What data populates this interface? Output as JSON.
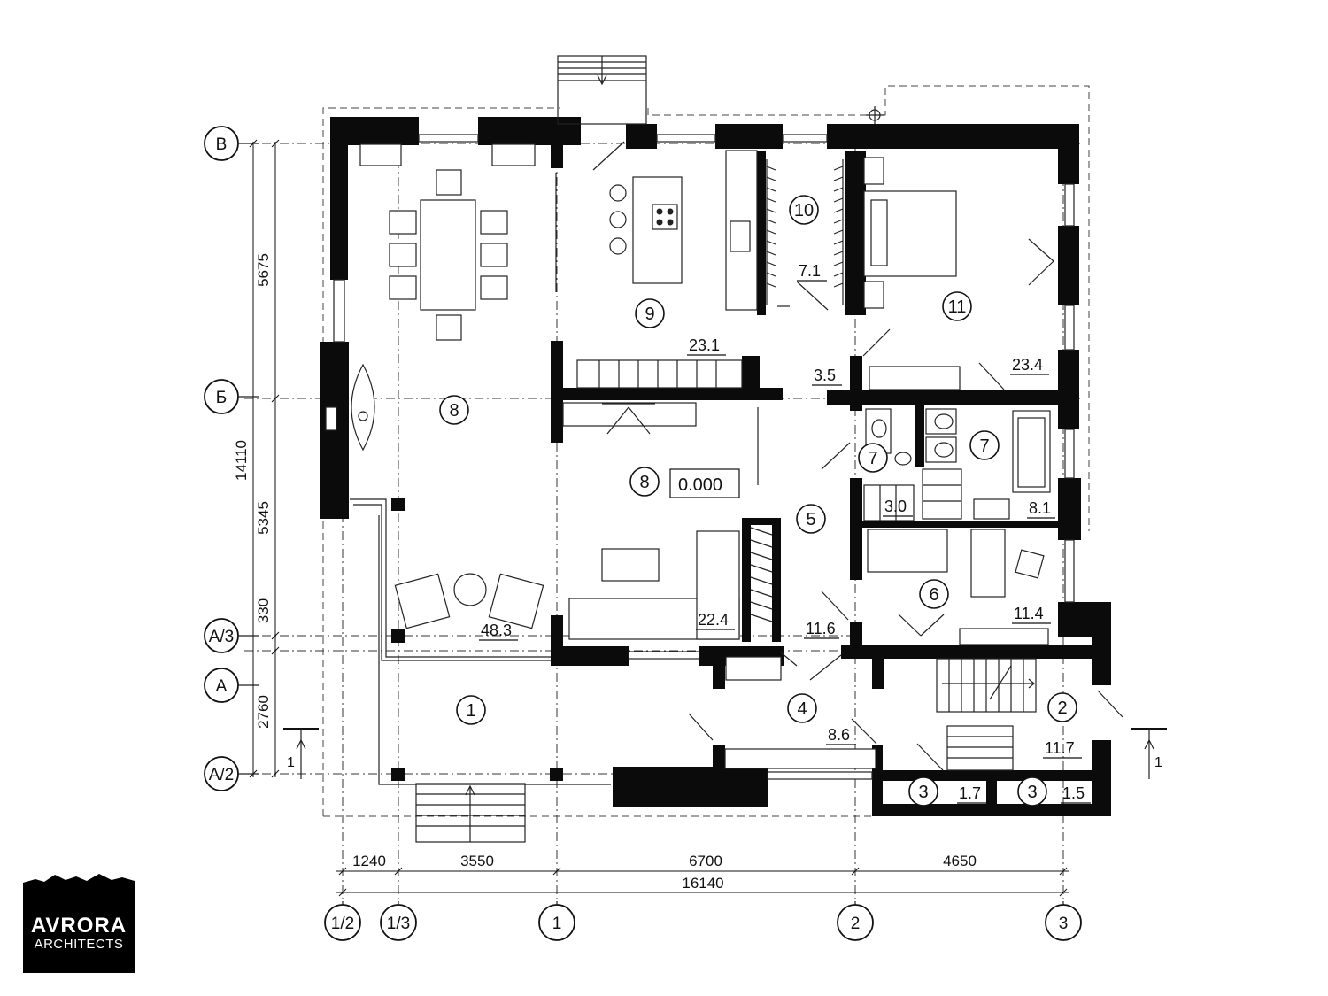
{
  "logo": {
    "line1": "AVRORA",
    "line2": "ARCHITECTS"
  },
  "axes_horizontal": [
    {
      "label": "1/2"
    },
    {
      "label": "1/3"
    },
    {
      "label": "1"
    },
    {
      "label": "2"
    },
    {
      "label": "3"
    }
  ],
  "axes_vertical": [
    {
      "label": "В"
    },
    {
      "label": "Б"
    },
    {
      "label": "А/3"
    },
    {
      "label": "А"
    },
    {
      "label": "А/2"
    }
  ],
  "dimensions_bottom": [
    "1240",
    "3550",
    "6700",
    "4650"
  ],
  "dimension_total_bottom": "16140",
  "dimensions_left": [
    "5675",
    "5345",
    "330",
    "2760"
  ],
  "dimension_total_left": "14110",
  "section_marks": [
    "1",
    "1"
  ],
  "level_mark": "0.000",
  "rooms": [
    {
      "number": "1"
    },
    {
      "number": "2",
      "area": "11.7"
    },
    {
      "number": "3",
      "area": "1.7"
    },
    {
      "number": "3",
      "area": "1.5"
    },
    {
      "number": "4",
      "area": "8.6"
    },
    {
      "number": "5",
      "area": "11.6"
    },
    {
      "number": "6",
      "area": "11.4"
    },
    {
      "number": "7",
      "area": "3.0"
    },
    {
      "number": "7",
      "area": "8.1"
    },
    {
      "number": "8",
      "area": "48.3"
    },
    {
      "number": "8",
      "area": "22.4"
    },
    {
      "number": "9",
      "area": "23.1"
    },
    {
      "number": "10",
      "area": "7.1"
    },
    {
      "number": "11",
      "area": "23.4"
    },
    {
      "area": "3.5"
    }
  ]
}
